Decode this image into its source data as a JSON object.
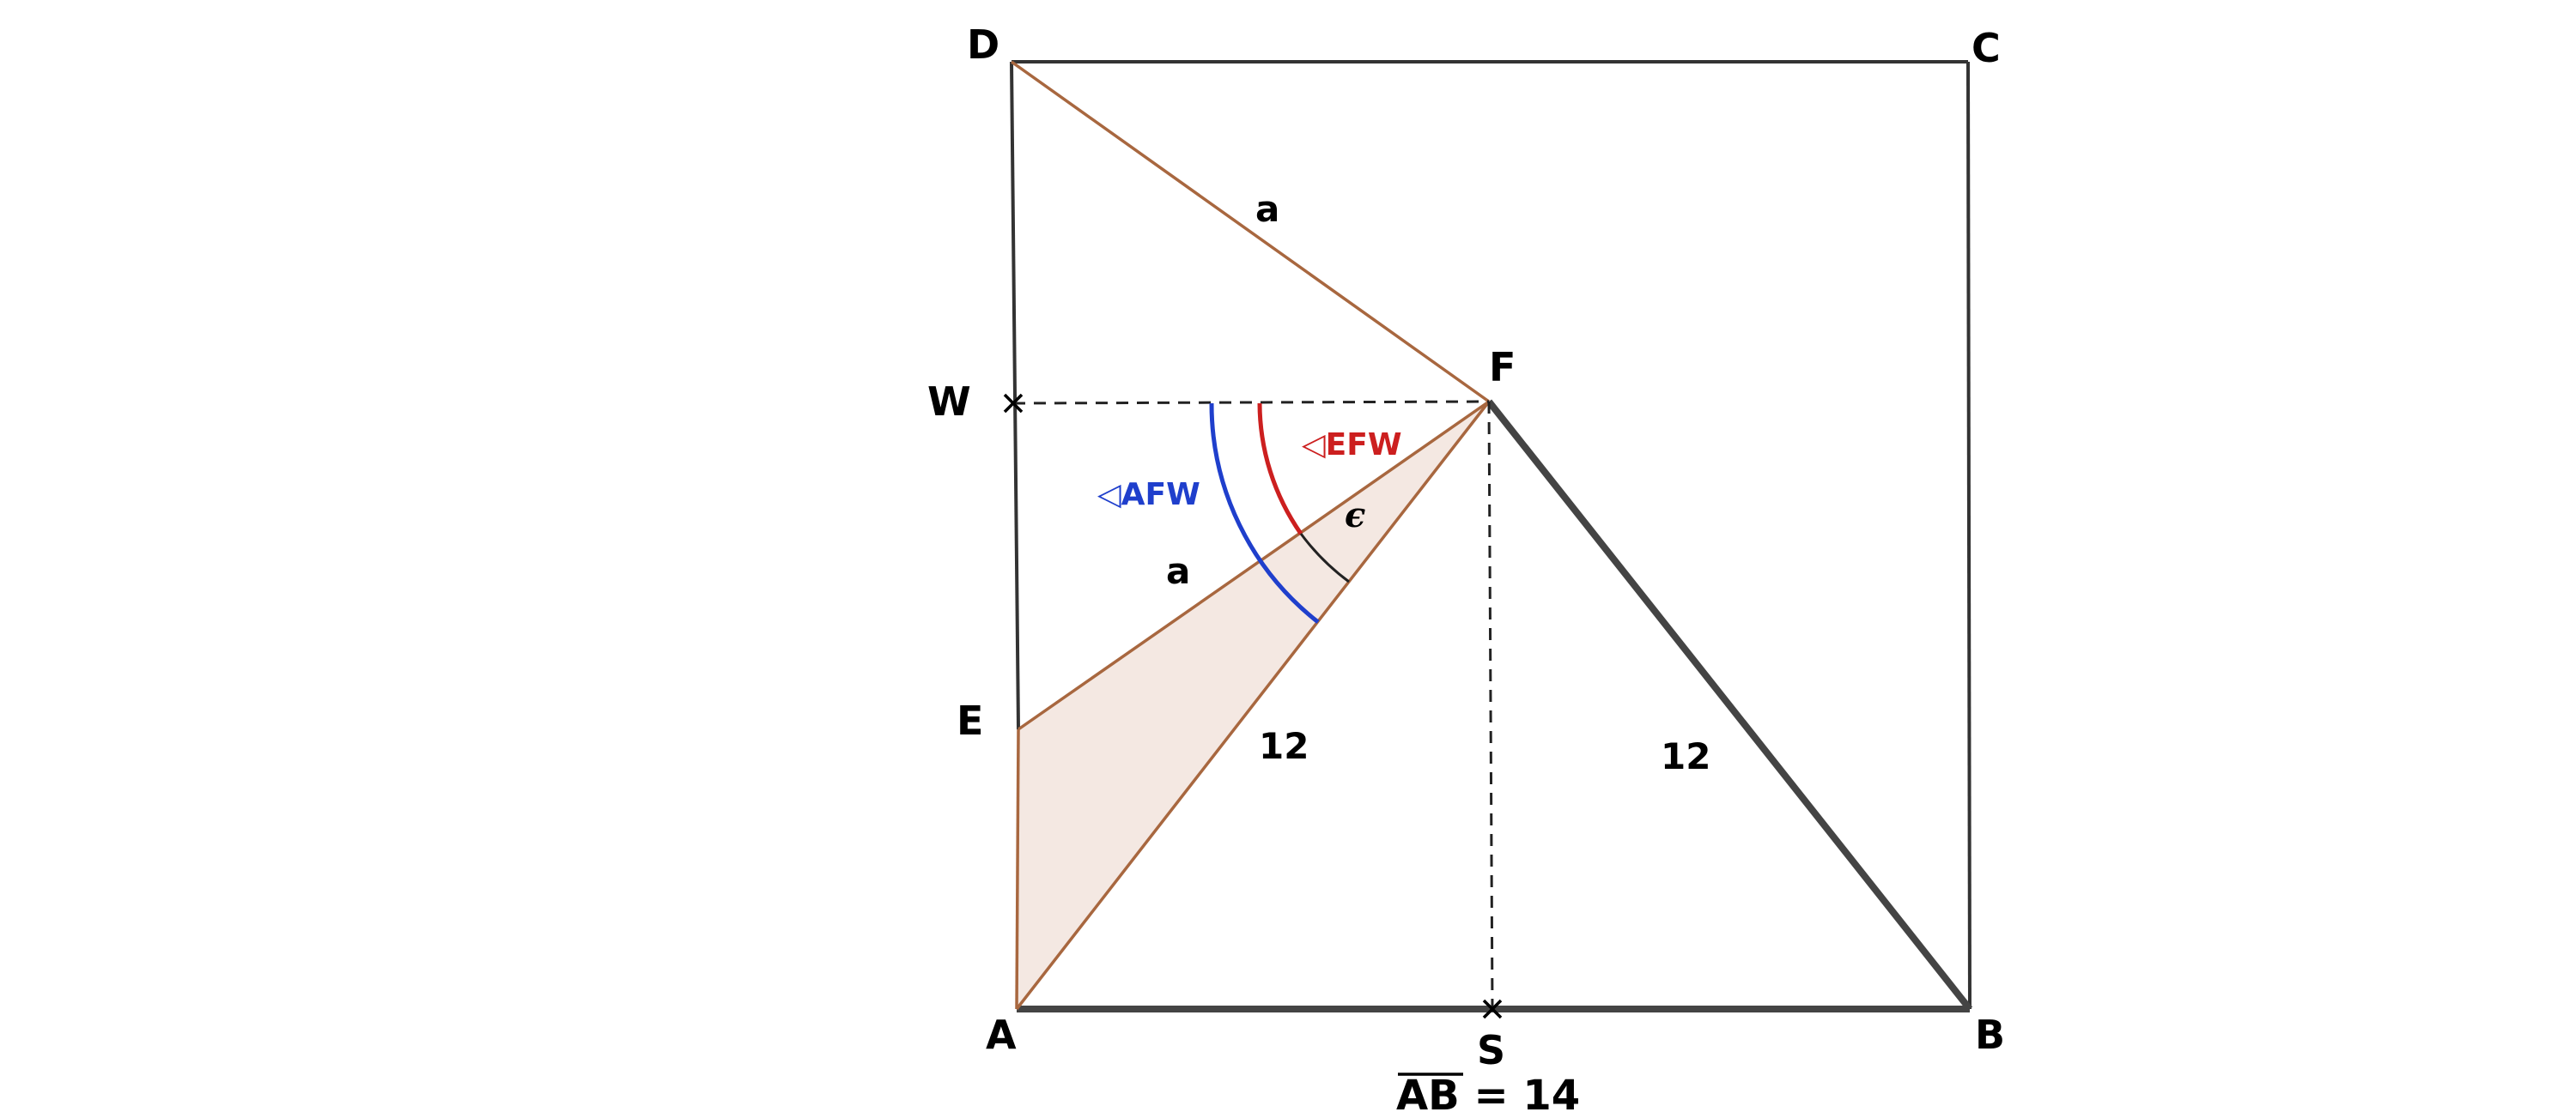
{
  "points": {
    "A": "A",
    "B": "B",
    "C": "C",
    "D": "D",
    "E": "E",
    "F": "F",
    "W": "W",
    "S": "S"
  },
  "segments": {
    "DF": "a",
    "EF": "a",
    "AF": "12",
    "FB": "12"
  },
  "angles": {
    "afw": {
      "label": "◁AFW",
      "color": "#1f3fcc"
    },
    "efw": {
      "label": "◁EFW",
      "color": "#cc1f1f"
    },
    "eps": {
      "label": "ϵ",
      "color": "#000000"
    }
  },
  "caption": {
    "segment": "AB",
    "rest": " = 14"
  },
  "colors": {
    "thin_line": "#a8673f",
    "shade": "#f4e8e2",
    "frame": "#333333",
    "thick": "#444444"
  }
}
